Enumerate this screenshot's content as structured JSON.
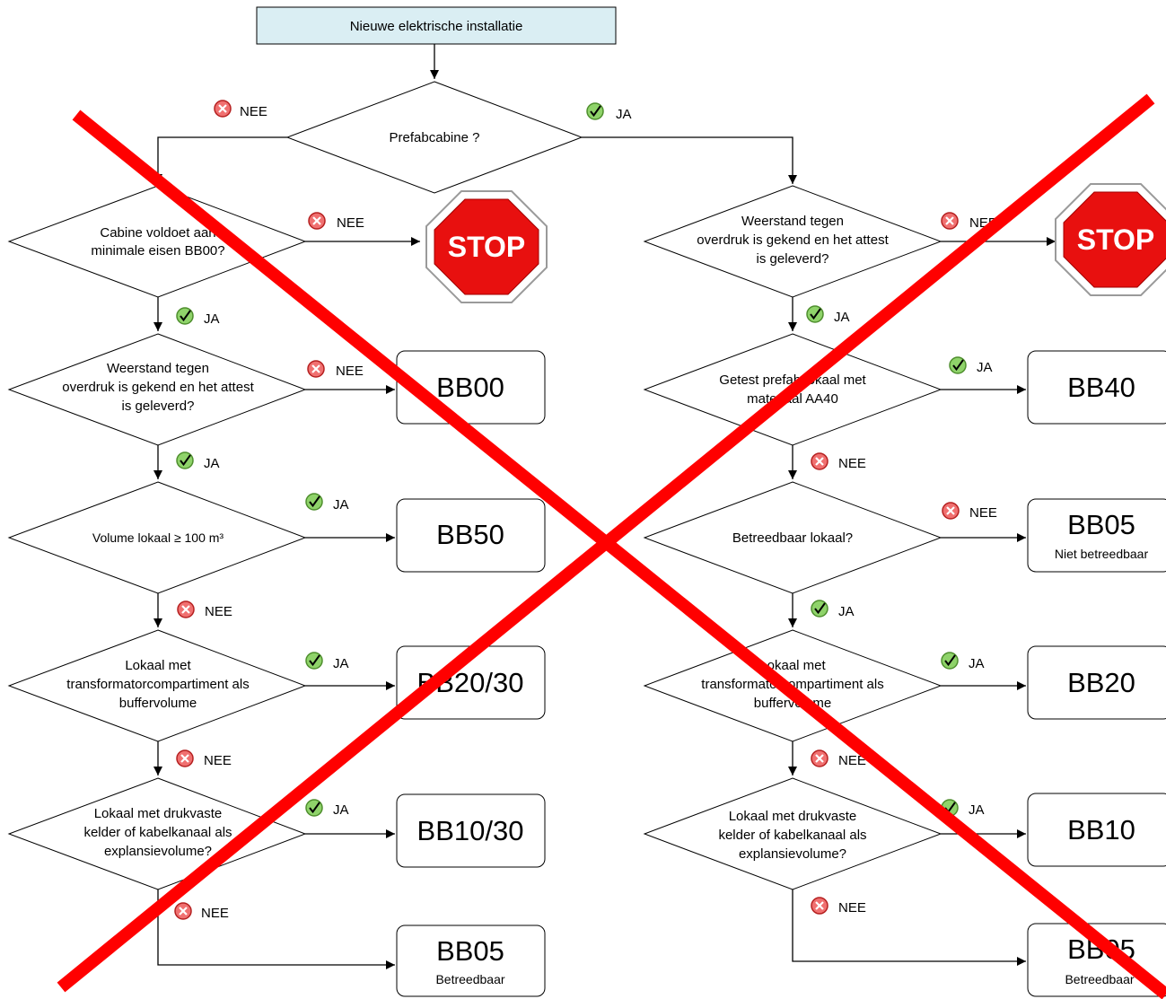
{
  "start": "Nieuwe elektrische installatie",
  "yes": "JA",
  "no": "NEE",
  "stop": "STOP",
  "q_prefab": "Prefabcabine ?",
  "left": {
    "q1": [
      "Cabine voldoet aan",
      "minimale eisen BB00?"
    ],
    "q2": [
      "Weerstand tegen",
      "overdruk is gekend en het attest",
      "is geleverd?"
    ],
    "q3": "Volume lokaal ≥ 100 m³",
    "q4": [
      "Lokaal met",
      "transformatorcompartiment als",
      "buffervolume"
    ],
    "q5": [
      "Lokaal met drukvaste",
      "kelder of kabelkanaal als",
      "explansievolume?"
    ],
    "r1": "BB00",
    "r2": "BB50",
    "r3": "BB20/30",
    "r4": "BB10/30",
    "r5": "BB05",
    "r5_sub": "Betreedbaar"
  },
  "right": {
    "q1": [
      "Weerstand tegen",
      "overdruk is gekend en het attest",
      "is geleverd?"
    ],
    "q2": [
      "Getest prefab lokaal met",
      "materiaal AA40"
    ],
    "q3": "Betreedbaar lokaal?",
    "q4": [
      "Lokaal met",
      "transformatorcompartiment als",
      "buffervolume"
    ],
    "q5": [
      "Lokaal met drukvaste",
      "kelder of kabelkanaal als",
      "explansievolume?"
    ],
    "r1": "BB40",
    "r2": "BB05",
    "r2_sub": "Niet betreedbaar",
    "r3": "BB20",
    "r4": "BB10",
    "r5": "BB05",
    "r5_sub": "Betreedbaar"
  },
  "colors": {
    "start_fill": "#daeef3",
    "yes_icon": "#6bbf3f",
    "no_icon": "#e23a3a",
    "stop_red": "#e8100f",
    "cross_red": "#ff0000"
  },
  "icons": [
    "check-icon",
    "cross-icon",
    "stop-sign-icon"
  ]
}
